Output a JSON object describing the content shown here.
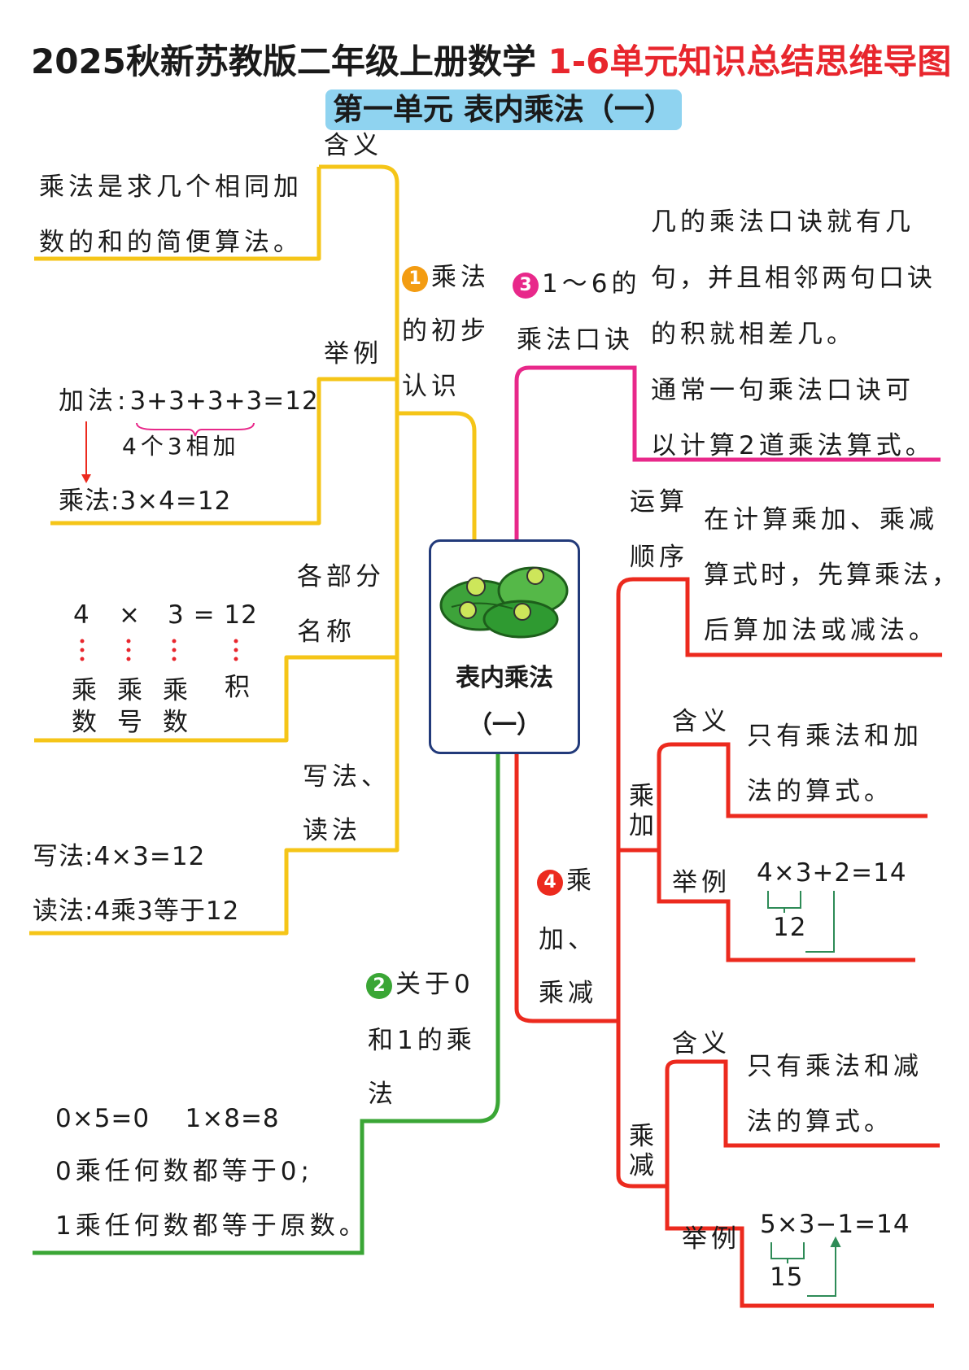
{
  "header": {
    "title_main": "2025秋新苏教版二年级上册数学 ",
    "title_accent": "1-6单元知识总结思维导图",
    "unit": "第一单元 表内乘法（一）"
  },
  "colors": {
    "yellow": "#f5c518",
    "pink": "#e8288a",
    "red": "#ec2a1e",
    "green": "#3aa635",
    "blue": "#8fd3f0",
    "navy": "#223a7a"
  },
  "center": {
    "line1": "表内乘法",
    "line2": "（一）"
  },
  "branch1": {
    "number": "1",
    "title": [
      "乘法",
      "的初步",
      "认识"
    ],
    "meaning": {
      "label": "含义",
      "text": [
        "乘法是求几个相同加",
        "数的和的简便算法。"
      ]
    },
    "example": {
      "label": "举例",
      "add_prefix": "加法:",
      "add_expr": "3+3+3+3=12",
      "brace_note": "4个3相加",
      "mul": "乘法:3×4=12"
    },
    "parts": {
      "label": [
        "各部分",
        "名称"
      ],
      "tokens": [
        "4",
        "×",
        "3 = 12"
      ],
      "names": [
        "乘\n数",
        "乘\n号",
        "乘\n数",
        "积"
      ]
    },
    "write_read": {
      "label": [
        "写法、",
        "读法"
      ],
      "write": "写法:4×3=12",
      "read": "读法:4乘3等于12"
    }
  },
  "branch2": {
    "number": "2",
    "title": [
      "关于0",
      "和1的乘",
      "法"
    ],
    "lines": [
      "0×5=0    1×8=8",
      "0乘任何数都等于0;",
      "1乘任何数都等于原数。"
    ]
  },
  "branch3": {
    "number": "3",
    "title": [
      "1～6的",
      "乘法口诀"
    ],
    "text": [
      "几的乘法口诀就有几",
      "句，并且相邻两句口诀",
      "的积就相差几。",
      "通常一句乘法口诀可",
      "以计算2道乘法算式。"
    ]
  },
  "branch4": {
    "number": "4",
    "title": [
      "乘",
      "加、",
      "乘减"
    ],
    "order": {
      "label": [
        "运算",
        "顺序"
      ],
      "text": [
        "在计算乘加、乘减",
        "算式时，先算乘法，",
        "后算加法或减法。"
      ]
    },
    "muladd": {
      "label": "乘\n加",
      "meaning_label": "含义",
      "meaning": [
        "只有乘法和加",
        "法的算式。"
      ],
      "example_label": "举例",
      "expr": "4×3+2=14",
      "partial": "12"
    },
    "mulsub": {
      "label": "乘\n减",
      "meaning_label": "含义",
      "meaning": [
        "只有乘法和减",
        "法的算式。"
      ],
      "example_label": "举例",
      "expr": "5×3−1=14",
      "partial": "15"
    }
  }
}
